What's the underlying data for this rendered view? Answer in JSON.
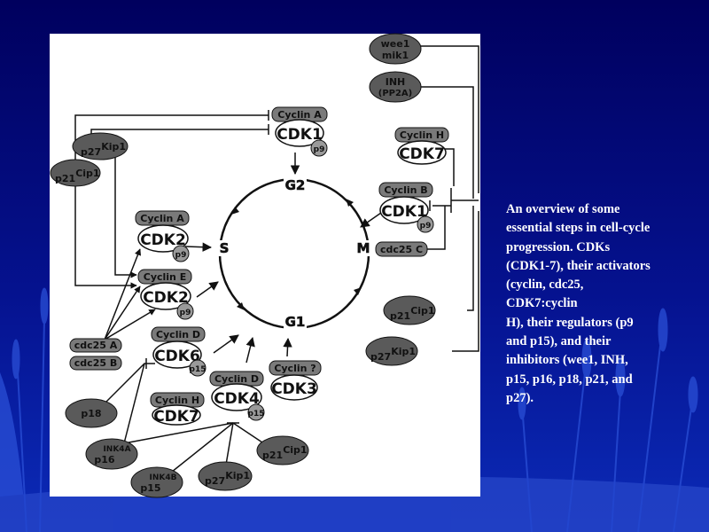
{
  "caption": "An overview of some\nessential steps in cell-cycle\nprogression. CDKs\n(CDK1-7), their activators\n(cyclin, cdc25,\nCDK7:cyclin\nH), their regulators (p9\nand p15), and their\ninhibitors (wee1, INH,\np15, p16, p18, p21, and\np27).",
  "phases": {
    "g2": "G2",
    "m": "M",
    "g1": "G1",
    "s": "S"
  },
  "complexes": {
    "cdk1_top": {
      "cyclin": "Cyclin A",
      "cdk": "CDK1",
      "reg": "p9"
    },
    "cdk1_right": {
      "cyclin": "Cyclin B",
      "cdk": "CDK1",
      "reg": "p9"
    },
    "cdk7_top": {
      "cyclin": "Cyclin H",
      "cdk": "CDK7"
    },
    "cdk2_a": {
      "cyclin": "Cyclin A",
      "cdk": "CDK2",
      "reg": "p9"
    },
    "cdk2_e": {
      "cyclin": "Cyclin E",
      "cdk": "CDK2",
      "reg": "p9"
    },
    "cdk6": {
      "cyclin": "Cyclin D",
      "cdk": "CDK6",
      "reg": "p15"
    },
    "cdk7_bot": {
      "cyclin": "Cyclin H",
      "cdk": "CDK7"
    },
    "cdk4": {
      "cyclin": "Cyclin D",
      "cdk": "CDK4",
      "reg": "p15"
    },
    "cdk3": {
      "cyclin": "Cyclin ?",
      "cdk": "CDK3"
    }
  },
  "labels": {
    "wee1": "wee1",
    "mik1": "mik1",
    "inh": "INH",
    "pp2a": "(PP2A)",
    "cdc25c": "cdc25 C",
    "cdc25a": "cdc25 A",
    "cdc25b": "cdc25 B",
    "p27": "p27",
    "kip1": "Kip1",
    "p21": "p21",
    "cip1": "Cip1",
    "p18": "p18",
    "ink4a": "INK4A",
    "p16": "p16",
    "ink4b": "INK4B",
    "p15": "p15"
  }
}
